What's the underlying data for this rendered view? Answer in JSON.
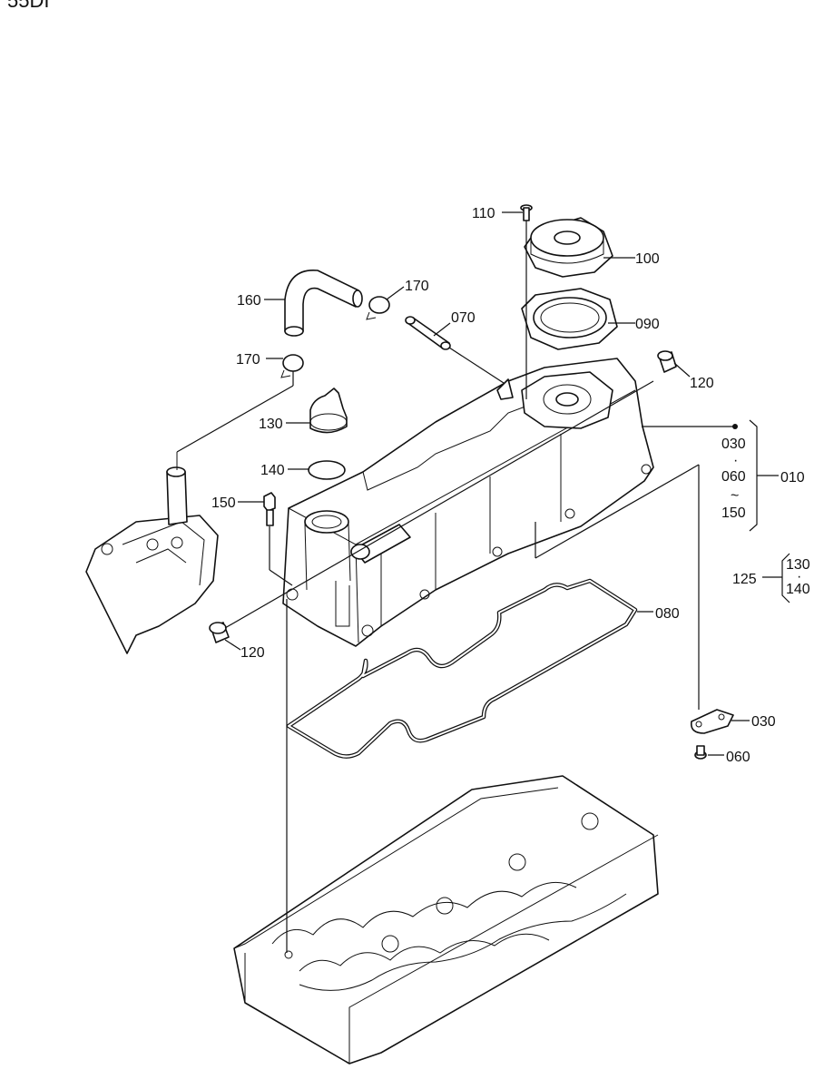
{
  "page": {
    "corner_text": "55DI"
  },
  "callouts": {
    "c110": "110",
    "c100": "100",
    "c170a": "170",
    "c160": "160",
    "c070": "070",
    "c090": "090",
    "c170b": "170",
    "c120a": "120",
    "c130": "130",
    "c140": "140",
    "c150": "150",
    "c120b": "120",
    "c080": "080",
    "c030": "030",
    "c060": "060"
  },
  "groups": {
    "g010": {
      "label": "010",
      "line1": "030",
      "dot": "·",
      "line2": "060",
      "tilde": "~",
      "line3": "150"
    },
    "g125": {
      "label": "125",
      "line1": "130",
      "dot": "·",
      "line2": "140"
    }
  }
}
